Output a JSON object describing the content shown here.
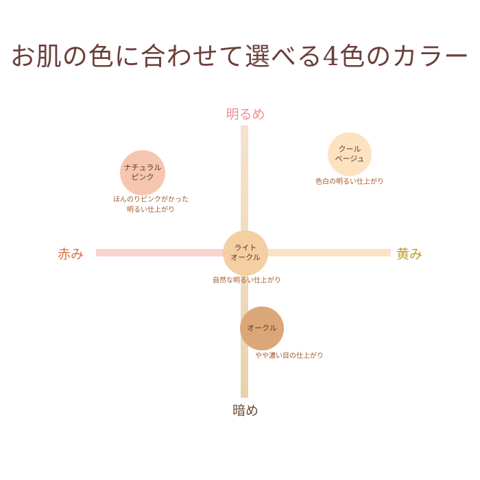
{
  "title": "お肌の色に合わせて選べる4色のカラー",
  "axes": {
    "top": "明るめ",
    "bottom": "暗め",
    "left": "赤み",
    "right": "黄み"
  },
  "colors": [
    {
      "id": "natural-pink",
      "name": "ナチュラル\nピンク",
      "description": "ほんのりピンクがかった\n明るい仕上がり",
      "swatch": "#f7c6b0"
    },
    {
      "id": "cool-beige",
      "name": "クール\nベージュ",
      "description": "色白の明るい仕上がり",
      "swatch": "#fde2c2"
    },
    {
      "id": "light-ocher",
      "name": "ライト\nオークル",
      "description": "自然な明るい仕上がり",
      "swatch": "#f4cfa4"
    },
    {
      "id": "ocher",
      "name": "オークル",
      "description": "やや濃い目の仕上がり",
      "swatch": "#dba779"
    }
  ]
}
